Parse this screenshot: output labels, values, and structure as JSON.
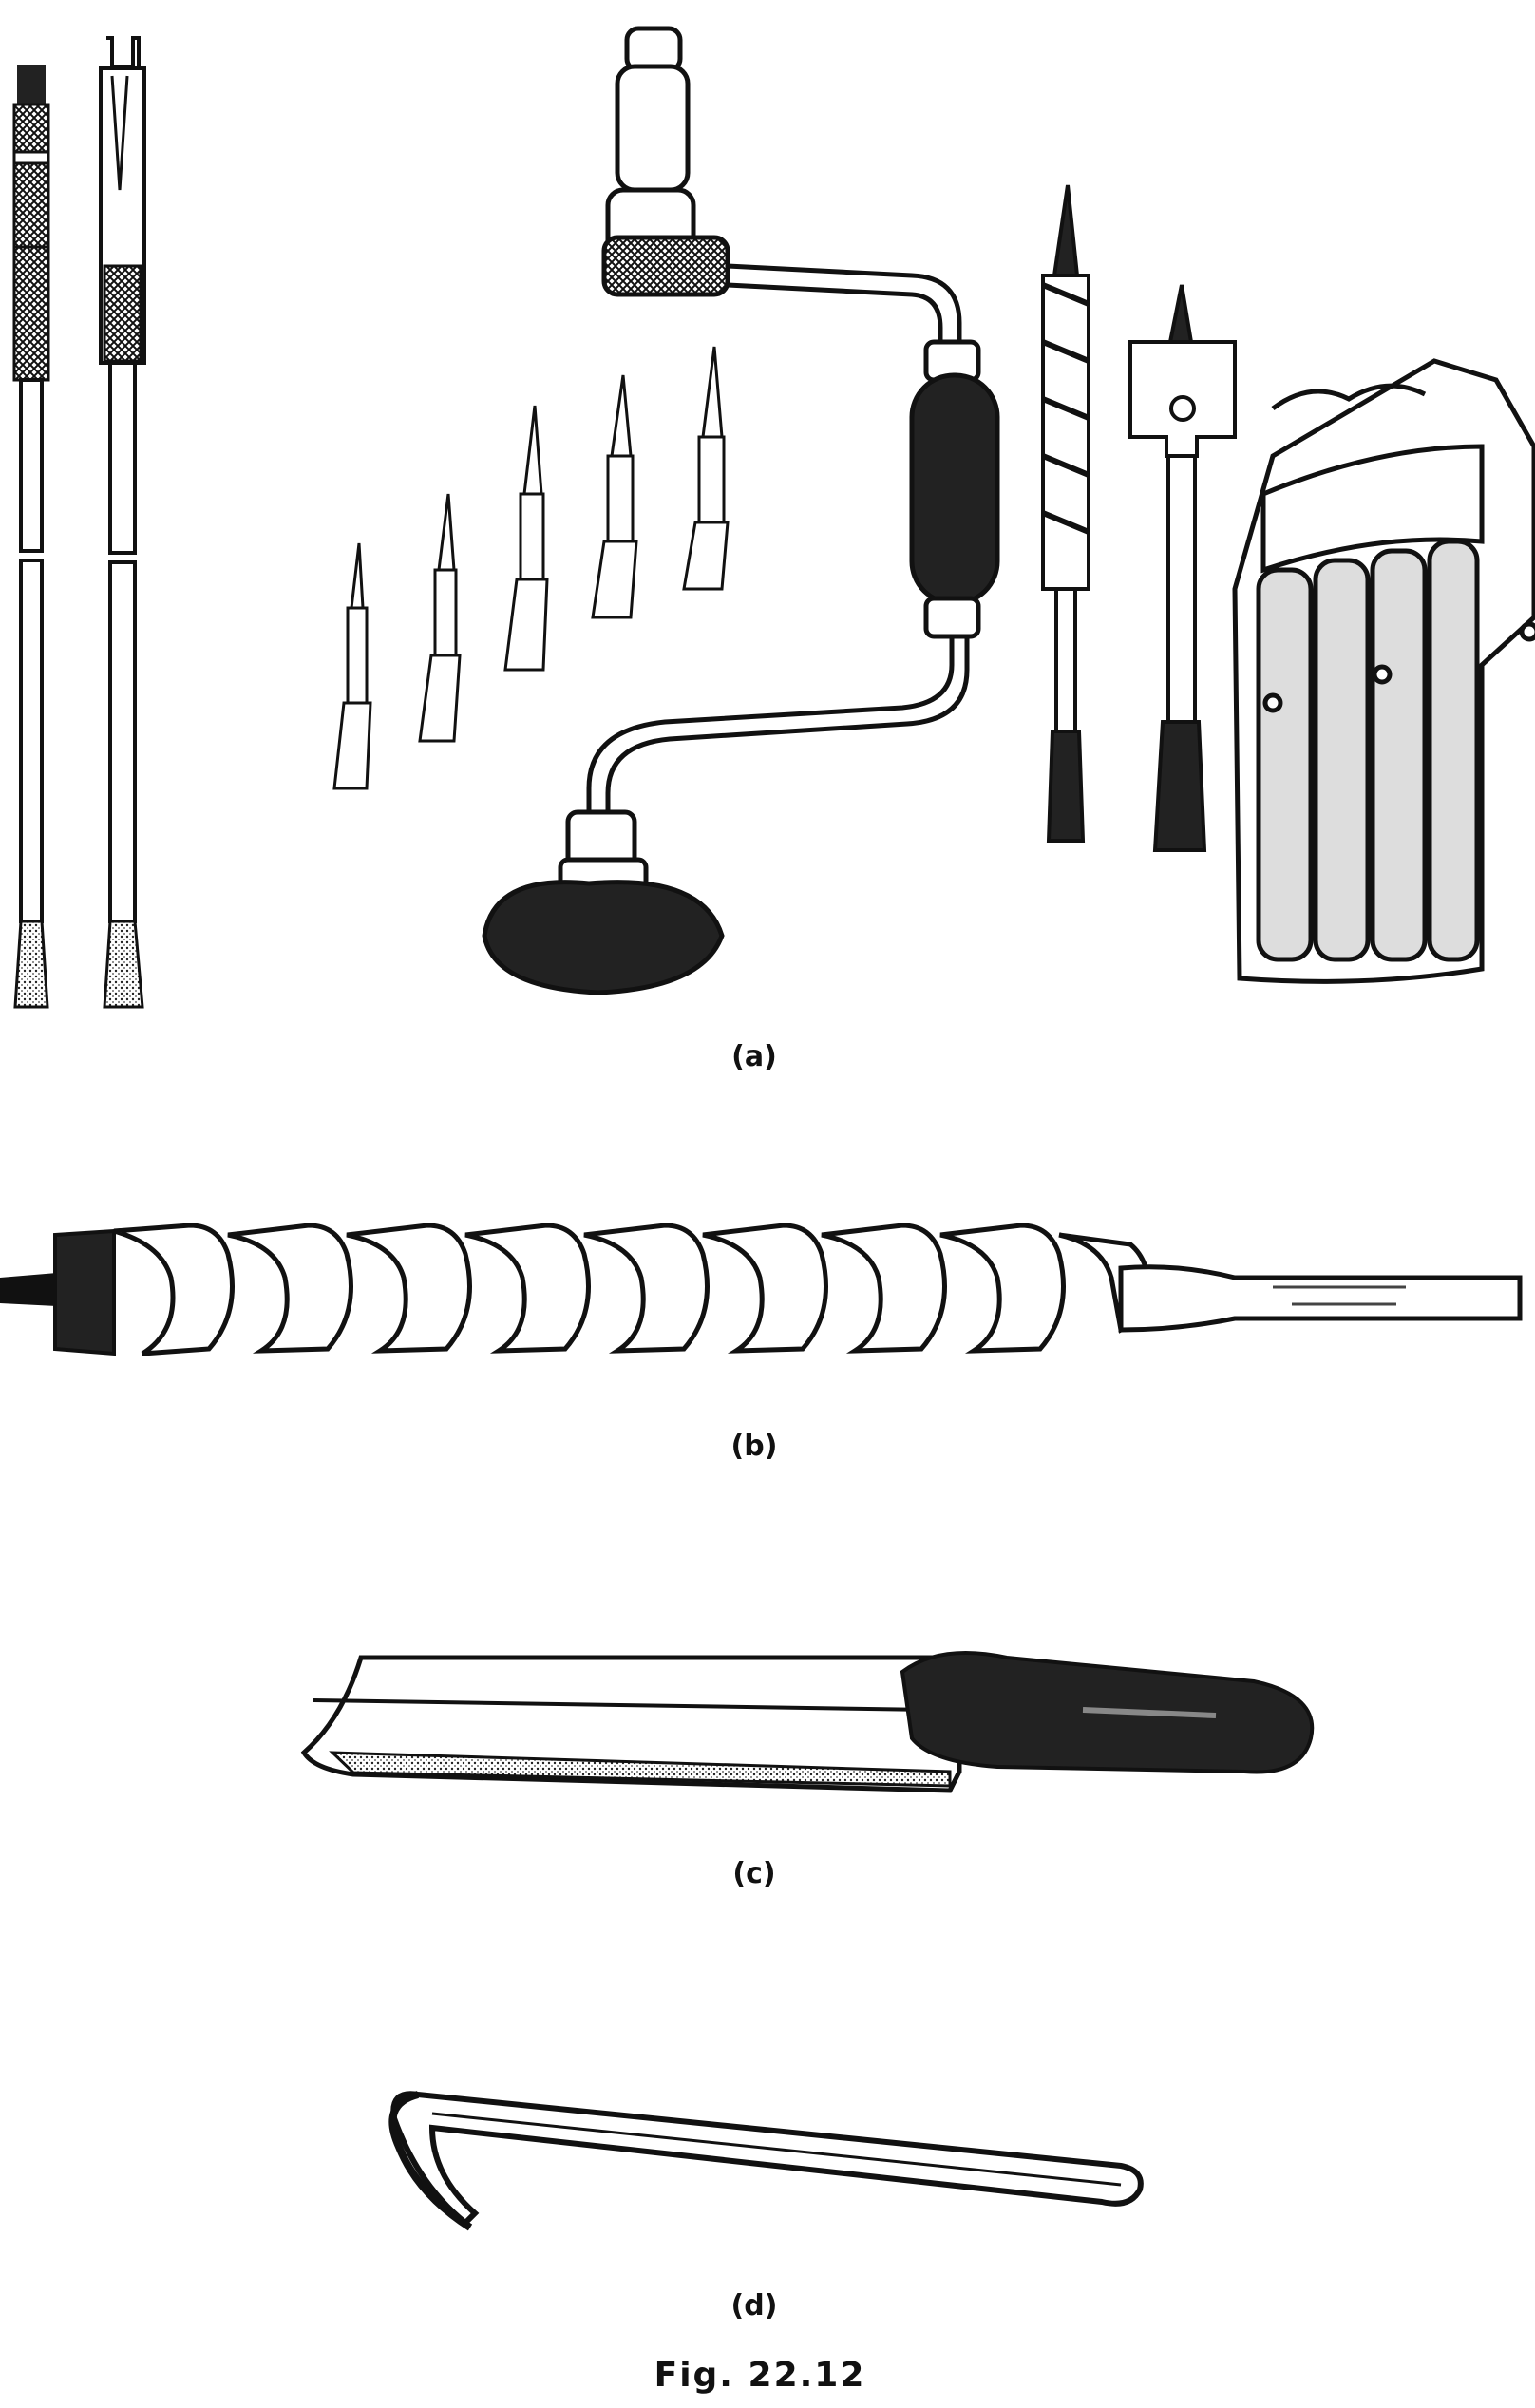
{
  "panels": [
    {
      "label": "(a)"
    },
    {
      "label": "(b)"
    },
    {
      "label": "(c)"
    },
    {
      "label": "(d)"
    }
  ],
  "caption": "Fig. 22.12",
  "colors": {
    "ink": "#111111",
    "paper": "#ffffff",
    "grey": "#555555"
  }
}
